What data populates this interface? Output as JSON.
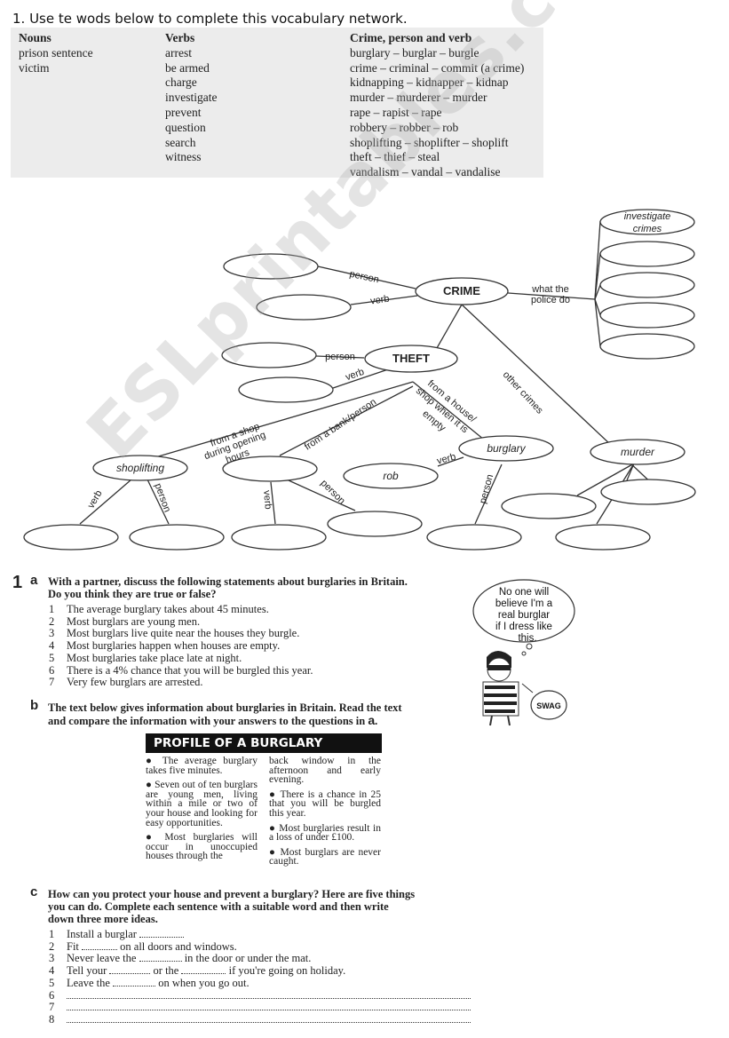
{
  "heading": "1. Use te wods below to complete this vocabulary network.",
  "vocab": {
    "nouns_header": "Nouns",
    "nouns": [
      "prison sentence",
      "victim"
    ],
    "verbs_header": "Verbs",
    "verbs": [
      "arrest",
      "be armed",
      "charge",
      "investigate",
      "prevent",
      "question",
      "search",
      "witness"
    ],
    "crime_header": "Crime, person and verb",
    "crime": [
      "burglary – burglar – burgle",
      "crime – criminal – commit (a crime)",
      "kidnapping – kidnapper – kidnap",
      "murder – murderer – murder",
      "rape – rapist – rape",
      "robbery – robber – rob",
      "shoplifting – shoplifter – shoplift",
      "theft – thief – steal",
      "vandalism – vandal – vandalise"
    ]
  },
  "network": {
    "crime": "CRIME",
    "theft": "THEFT",
    "investigate_crimes": [
      "investigate",
      "crimes"
    ],
    "shoplifting": "shoplifting",
    "rob": "rob",
    "burglary": "burglary",
    "murder": "murder",
    "labels": {
      "person": "person",
      "verb": "verb",
      "what_police_do": [
        "what the",
        "police do"
      ],
      "other_crimes": "other crimes",
      "from_shop": [
        "from a shop",
        "during opening",
        "hours"
      ],
      "from_bank": "from a bank/person",
      "from_house": [
        "from a house/",
        "shop when it is",
        "empty"
      ]
    }
  },
  "section1a": {
    "number": "1",
    "letter": "a",
    "instruction": [
      "With a partner, discuss the following statements about burglaries in Britain.",
      "Do you think they are true or false?"
    ],
    "statements": [
      {
        "n": "1",
        "text": "The average burglary takes about 45 minutes."
      },
      {
        "n": "2",
        "text": "Most burglars are young men."
      },
      {
        "n": "3",
        "text": "Most burglars live quite near the houses they burgle."
      },
      {
        "n": "4",
        "text": "Most burglaries happen when houses are empty."
      },
      {
        "n": "5",
        "text": "Most burglaries take place late at night."
      },
      {
        "n": "6",
        "text": "There is a 4% chance that you will be burgled this year."
      },
      {
        "n": "7",
        "text": "Very few burglars are arrested."
      }
    ]
  },
  "cartoon": {
    "speech": [
      "No one will",
      "believe I'm a",
      "real burglar",
      "if I dress like",
      "this."
    ],
    "bag": "SWAG"
  },
  "section1b": {
    "letter": "b",
    "instruction": [
      "The text below gives information about burglaries in Britain. Read the text",
      "and compare the information with your answers to the questions in"
    ],
    "ref": "a",
    "profile_title": "PROFILE OF A BURGLARY",
    "col1": [
      "● The average burglary takes five minutes.",
      "● Seven out of ten burglars are young men, living within a mile or two of your house and looking for easy opportunities.",
      "● Most burglaries will occur in unoccupied houses through the"
    ],
    "col2": [
      "back window in the afternoon and early evening.",
      "● There is a chance in 25 that you will be burgled this year.",
      "● Most burglaries result in a loss of under £100.",
      "● Most burglars are never caught."
    ]
  },
  "section1c": {
    "letter": "c",
    "instruction": [
      "How can you protect your house and prevent a burglary? Here are five things",
      "you can do. Complete each sentence with a suitable word and then write",
      "down three more ideas."
    ],
    "sentences": [
      {
        "n": "1",
        "parts": [
          "Install a burglar ",
          ""
        ]
      },
      {
        "n": "2",
        "parts": [
          "Fit ",
          " on all doors and windows."
        ]
      },
      {
        "n": "3",
        "parts": [
          "Never leave the ",
          " in the door or under the mat."
        ]
      },
      {
        "n": "4",
        "parts": [
          "Tell your ",
          " or the ",
          " if you're going on holiday."
        ]
      },
      {
        "n": "5",
        "parts": [
          "Leave the ",
          " on when you go out."
        ]
      }
    ],
    "blank_numbers": [
      "6",
      "7",
      "8"
    ]
  },
  "watermark": "ESLprintables.com"
}
